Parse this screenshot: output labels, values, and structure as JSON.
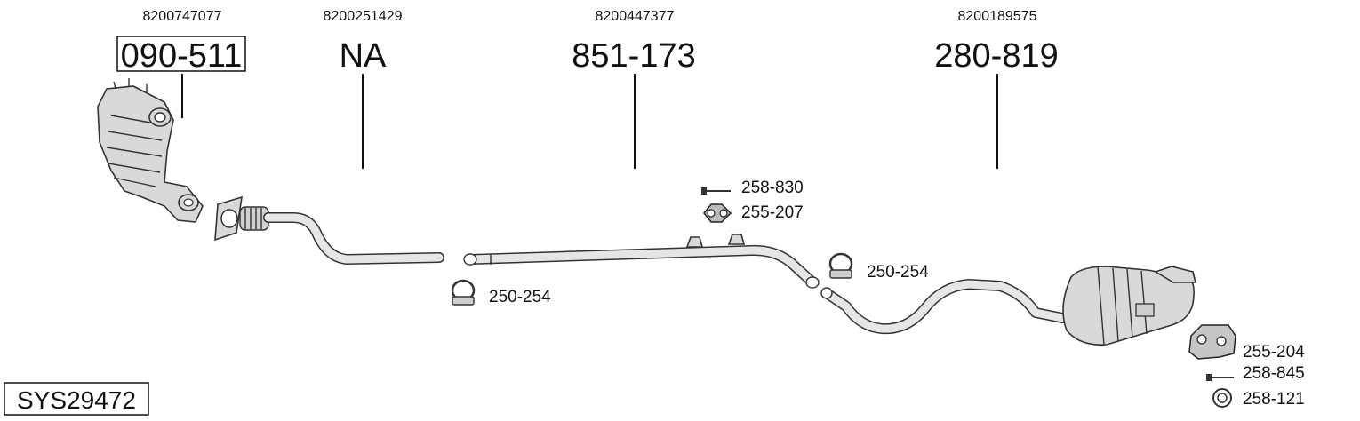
{
  "system_code": "SYS29472",
  "groups": [
    {
      "oem": "8200747077",
      "part_no": "090-511"
    },
    {
      "oem": "8200251429",
      "part_no": "NA"
    },
    {
      "oem": "8200447377",
      "part_no": "851-173"
    },
    {
      "oem": "8200189575",
      "part_no": "280-819"
    }
  ],
  "accessories": {
    "clamp_front": "250-254",
    "bolt_mid": "258-830",
    "mount_mid": "255-207",
    "clamp_rear": "250-254",
    "mount_rear": "255-204",
    "bolt_rear": "258-845",
    "ring_rear": "258-121"
  }
}
